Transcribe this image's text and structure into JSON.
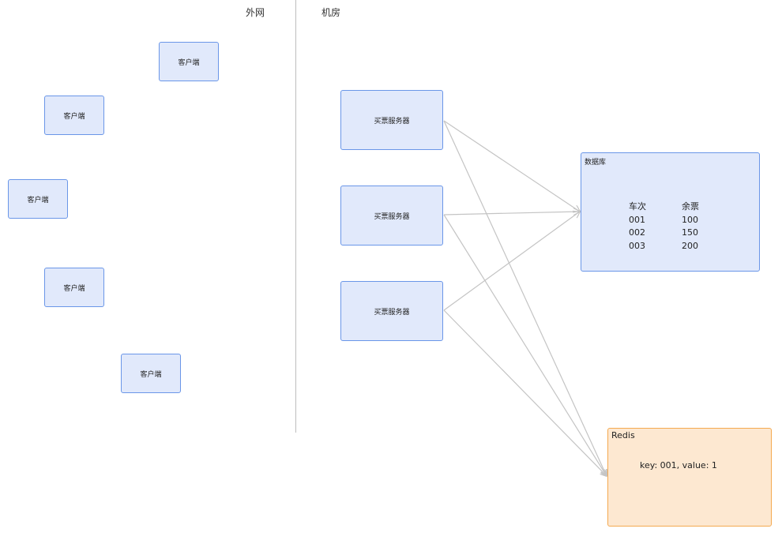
{
  "zones": {
    "external_label": "外网",
    "datacenter_label": "机房"
  },
  "clients": [
    {
      "label": "客户端"
    },
    {
      "label": "客户端"
    },
    {
      "label": "客户端"
    },
    {
      "label": "客户端"
    },
    {
      "label": "客户端"
    }
  ],
  "servers": [
    {
      "label": "买票服务器"
    },
    {
      "label": "买票服务器"
    },
    {
      "label": "买票服务器"
    }
  ],
  "database": {
    "title": "数据库",
    "columns": [
      "车次",
      "余票"
    ],
    "rows": [
      [
        "001",
        "100"
      ],
      [
        "002",
        "150"
      ],
      [
        "003",
        "200"
      ]
    ]
  },
  "redis": {
    "title": "Redis",
    "content": "key: 001, value: 1"
  },
  "colors": {
    "box_fill": "#e1e9fb",
    "box_border": "#6a96e8",
    "redis_fill": "#fde8d1",
    "redis_border": "#f4a950",
    "arrow": "#c4c4c4"
  }
}
